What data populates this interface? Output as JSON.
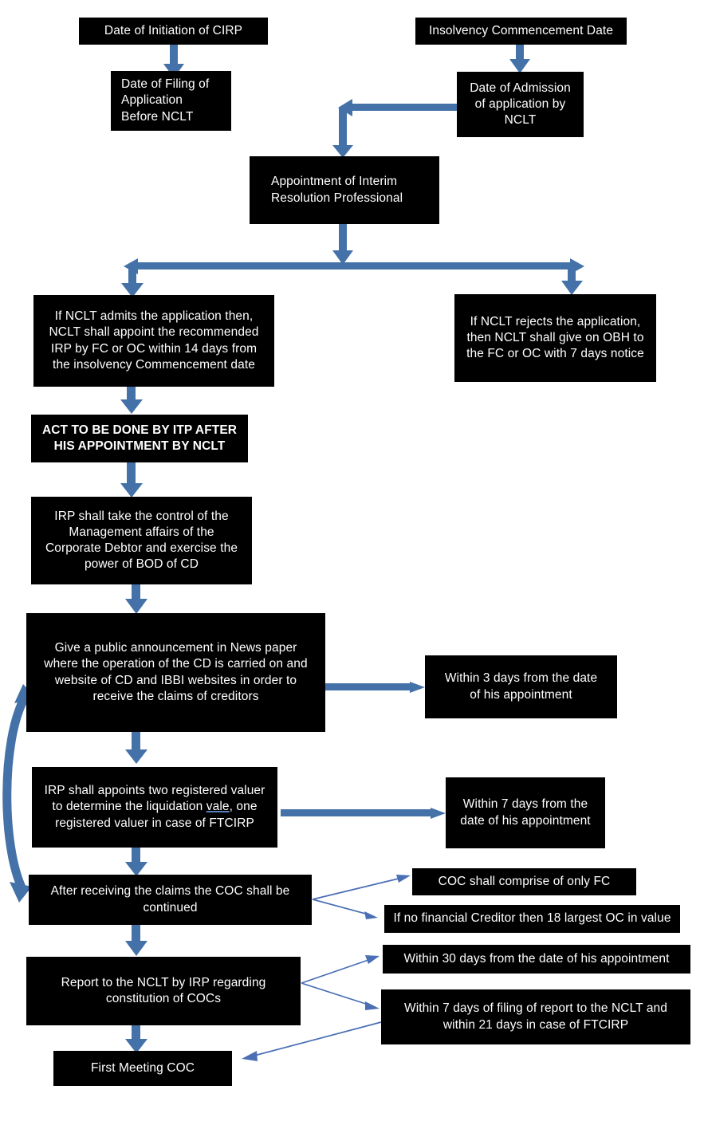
{
  "theme": {
    "background": "#ffffff",
    "node_fill": "#000000",
    "node_text": "#ffffff",
    "arrow_blue": "#4472a8",
    "thin_arrow_blue": "#4a6fb5"
  },
  "chart_data": {
    "type": "diagram",
    "title": "CIRP Process Flowchart",
    "nodes": [
      {
        "id": "n1",
        "label": "Date of Initiation of CIRP"
      },
      {
        "id": "n2",
        "label": "Insolvency Commencement Date"
      },
      {
        "id": "n3",
        "label": "Date of Filing of\nApplication\nBefore NCLT"
      },
      {
        "id": "n4",
        "label": "Date of Admission\nof application by\nNCLT"
      },
      {
        "id": "n5",
        "label": "Appointment of Interim\nResolution Professional"
      },
      {
        "id": "n6",
        "label": "If NCLT admits the application then,\nNCLT shall appoint the recommended\nIRP by FC or OC within 14 days from\nthe insolvency Commencement date"
      },
      {
        "id": "n7",
        "label": "If NCLT rejects the application,\nthen NCLT shall give on OBH to\nthe FC or OC with 7 days notice"
      },
      {
        "id": "n8",
        "label": "ACT TO BE DONE BY ITP AFTER\nHIS APPOINTMENT BY NCLT"
      },
      {
        "id": "n9",
        "label": "IRP shall take the control of the\nManagement affairs of the\nCorporate Debtor and exercise the\npower of BOD of CD"
      },
      {
        "id": "n10",
        "label": "Give a public announcement in News paper\nwhere the operation of the CD is carried on and\nwebsite of CD and IBBI websites in order to\nreceive the claims of creditors"
      },
      {
        "id": "n11",
        "label": "Within 3 days from the date\nof his appointment"
      },
      {
        "id": "n12a",
        "label": "IRP shall appoints two registered valuer"
      },
      {
        "id": "n12b",
        "label": "to determine the liquidation "
      },
      {
        "id": "n12c",
        "label": "vale"
      },
      {
        "id": "n12d",
        "label": ", one"
      },
      {
        "id": "n12e",
        "label": "registered valuer in case of FTCIRP"
      },
      {
        "id": "n13",
        "label": "Within 7 days from the\ndate of his appointment"
      },
      {
        "id": "n14",
        "label": "After receiving the claims the COC shall be\ncontinued"
      },
      {
        "id": "n15",
        "label": "COC shall comprise of only FC"
      },
      {
        "id": "n16",
        "label": "If no financial Creditor then 18 largest  OC in value"
      },
      {
        "id": "n17",
        "label": "Report to the NCLT by IRP regarding\nconstitution of COCs"
      },
      {
        "id": "n18",
        "label": "Within 30 days from the date of his appointment"
      },
      {
        "id": "n19",
        "label": "Within 7 days of filing of report to the NCLT and\nwithin 21 days in case of FTCIRP"
      },
      {
        "id": "n20",
        "label": "First Meeting COC"
      }
    ],
    "edges": [
      {
        "from": "n1",
        "to": "n3",
        "style": "thick-down"
      },
      {
        "from": "n2",
        "to": "n4",
        "style": "thick-down"
      },
      {
        "from": "n4",
        "to": "n5",
        "style": "thick-elbow-left-down"
      },
      {
        "from": "n5",
        "to": "split-bar",
        "style": "thick-down"
      },
      {
        "from": "split-bar",
        "to": "n6",
        "style": "thick-down"
      },
      {
        "from": "split-bar",
        "to": "n7",
        "style": "thick-down"
      },
      {
        "from": "n6",
        "to": "n8",
        "style": "thick-down"
      },
      {
        "from": "n8",
        "to": "n9",
        "style": "thick-down"
      },
      {
        "from": "n9",
        "to": "n10",
        "style": "thick-down"
      },
      {
        "from": "n10",
        "to": "n11",
        "style": "thick-right"
      },
      {
        "from": "n10",
        "to": "n12",
        "style": "thick-down"
      },
      {
        "from": "n12",
        "to": "n13",
        "style": "thick-right"
      },
      {
        "from": "n10",
        "to": "n14",
        "style": "thick-curve-left-double"
      },
      {
        "from": "n12",
        "to": "n14",
        "style": "thick-down"
      },
      {
        "from": "n14",
        "to": "n15",
        "style": "thin-diagonal"
      },
      {
        "from": "n14",
        "to": "n16",
        "style": "thin-diagonal"
      },
      {
        "from": "n14",
        "to": "n17",
        "style": "thick-down"
      },
      {
        "from": "n17",
        "to": "n18",
        "style": "thin-diagonal"
      },
      {
        "from": "n17",
        "to": "n19",
        "style": "thin-diagonal"
      },
      {
        "from": "n17",
        "to": "n20",
        "style": "thick-down"
      },
      {
        "from": "n19",
        "to": "n20",
        "style": "thin-diagonal"
      }
    ]
  }
}
